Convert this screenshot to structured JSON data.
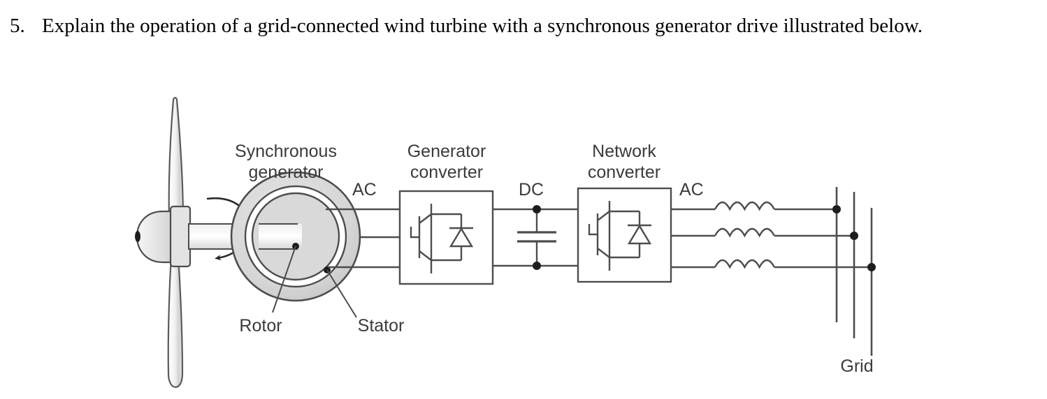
{
  "question": {
    "number": "5.",
    "text": "Explain the operation of a grid-connected wind turbine with a synchronous generator drive illustrated below."
  },
  "figure": {
    "title": "grid-connected wind turbine with synchronous generator drive",
    "labels": {
      "synchronous_generator_line1": "Synchronous",
      "synchronous_generator_line2": "generator",
      "generator_converter_line1": "Generator",
      "generator_converter_line2": "converter",
      "network_converter_line1": "Network",
      "network_converter_line2": "converter",
      "ac_left": "AC",
      "dc_link": "DC",
      "ac_right": "AC",
      "rotor": "Rotor",
      "stator": "Stator",
      "grid": "Grid"
    },
    "components": [
      {
        "name": "wind-turbine-rotor-blades",
        "type": "turbine",
        "blades": 2
      },
      {
        "name": "hub-nose-cone",
        "type": "nacelle-nose"
      },
      {
        "name": "drive-shaft",
        "type": "shaft"
      },
      {
        "name": "rotation-arrow",
        "type": "arrow"
      },
      {
        "name": "synchronous-generator",
        "type": "machine",
        "rings": 3
      },
      {
        "name": "generator-converter",
        "type": "igbt-converter",
        "devices": 1
      },
      {
        "name": "dc-link-capacitor",
        "type": "capacitor"
      },
      {
        "name": "network-converter",
        "type": "igbt-converter",
        "devices": 1
      },
      {
        "name": "line-inductors",
        "type": "inductor",
        "count": 3,
        "humps": 4
      },
      {
        "name": "grid-busbars",
        "type": "busbar",
        "count": 3
      }
    ],
    "colors": {
      "line": "#4d4d4d",
      "text": "#3b3b3b",
      "fill_light": "#dcdcdc",
      "fill_mid": "#cfcfcf",
      "background": "#ffffff"
    }
  }
}
